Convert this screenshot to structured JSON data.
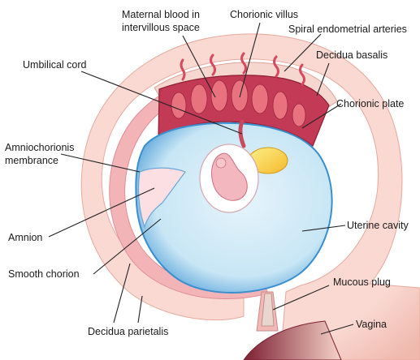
{
  "labels": {
    "maternal_blood_line1": "Maternal blood in",
    "maternal_blood_line2": "intervillous space",
    "chorionic_villus": "Chorionic villus",
    "spiral_arteries": "Spiral endometrial arteries",
    "decidua_basalis": "Decidua basalis",
    "umbilical_cord": "Umbilical cord",
    "chorionic_plate": "Chorionic plate",
    "amniochorionis_line1": "Amniochorionis",
    "amniochorionis_line2": "membrance",
    "amnion": "Amnion",
    "uterine_cavity": "Uterine cavity",
    "smooth_chorion": "Smooth chorion",
    "mucous_plug": "Mucous plug",
    "vagina": "Vagina",
    "decidua_parietalis": "Decidua parietalis"
  },
  "colors": {
    "uterine_wall": "#f6c9c0",
    "decidua": "#f2aeb4",
    "placenta": "#c23a55",
    "amniotic_fluid": "#c8e6f5",
    "chorion_blue": "#3a8fcf",
    "embryo": "#f3b7bf",
    "yolk_sac": "#f7d23a",
    "vaginal_tissue": "#8c2a3c",
    "leader_line": "#222222"
  }
}
